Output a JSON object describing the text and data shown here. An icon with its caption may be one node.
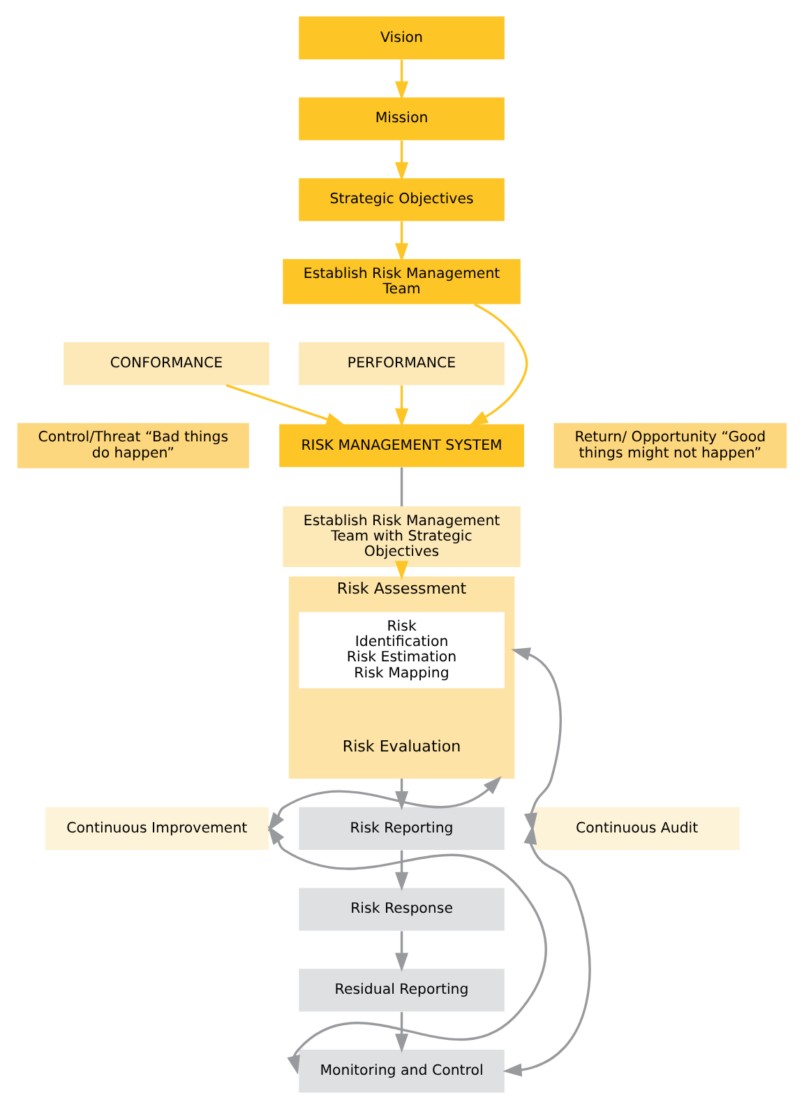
{
  "diagram": {
    "nodes": [
      {
        "text": [
          "Vision"
        ]
      },
      {
        "text": [
          "Mission"
        ]
      },
      {
        "text": [
          "Strategic Objectives"
        ]
      },
      {
        "text": [
          "Establish Risk Management Team"
        ]
      },
      {
        "text": [
          "CONFORMANCE"
        ]
      },
      {
        "text": [
          "PERFORMANCE"
        ]
      },
      {
        "text": [
          "Control/Threat “Bad things do happen”"
        ]
      },
      {
        "text": [
          "RISK MANAGEMENT SYSTEM"
        ]
      },
      {
        "text": [
          "Return/ Opportunity “Good things might not happen”"
        ]
      },
      {
        "text": [
          "Establish Risk Management Team with Strategic Objectives"
        ]
      },
      {
        "text": [
          "Risk Assessment",
          "Risk Evaluation"
        ]
      },
      {
        "text": [
          "Risk Identification Risk Estimation Risk Mapping"
        ],
        "in": 10
      },
      {
        "text": [
          "Continuous Improvement"
        ]
      },
      {
        "text": [
          "Risk Reporting"
        ]
      },
      {
        "text": [
          "Risk Response"
        ]
      },
      {
        "text": [
          "Residual Reporting"
        ]
      },
      {
        "text": [
          "Monitoring and Control"
        ]
      },
      {
        "text": [
          "Continuous Audit"
        ]
      }
    ],
    "edges": [
      {
        "from": 0,
        "to": 1,
        "arrow": "to",
        "color": "#fdc526"
      },
      {
        "from": 1,
        "to": 2,
        "arrow": "to",
        "color": "#fdc526"
      },
      {
        "from": 2,
        "to": 3,
        "arrow": "to",
        "color": "#fdc526"
      },
      {
        "from": 3,
        "to": 7,
        "arrow": "to",
        "color": "#fdc526"
      },
      {
        "from": 4,
        "to": 7,
        "arrow": "to",
        "color": "#fdc526"
      },
      {
        "from": 5,
        "to": 7,
        "arrow": "to",
        "color": "#fdc526"
      },
      {
        "from": 7,
        "to": 9,
        "arrow": "none"
      },
      {
        "from": 9,
        "to": 10,
        "arrow": "to",
        "color": "#fdc526"
      },
      {
        "from": 10,
        "to": 13,
        "arrow": "to"
      },
      {
        "from": 13,
        "to": 14,
        "arrow": "to"
      },
      {
        "from": 14,
        "to": 15,
        "arrow": "to"
      },
      {
        "from": 15,
        "to": 16,
        "arrow": "to"
      },
      {
        "from": 12,
        "to": 10,
        "arrow": "both"
      },
      {
        "from": 12,
        "to": 16,
        "arrow": "both"
      },
      {
        "from": 17,
        "to": 10,
        "arrow": "both"
      },
      {
        "from": 17,
        "to": 16,
        "arrow": "both"
      }
    ]
  }
}
